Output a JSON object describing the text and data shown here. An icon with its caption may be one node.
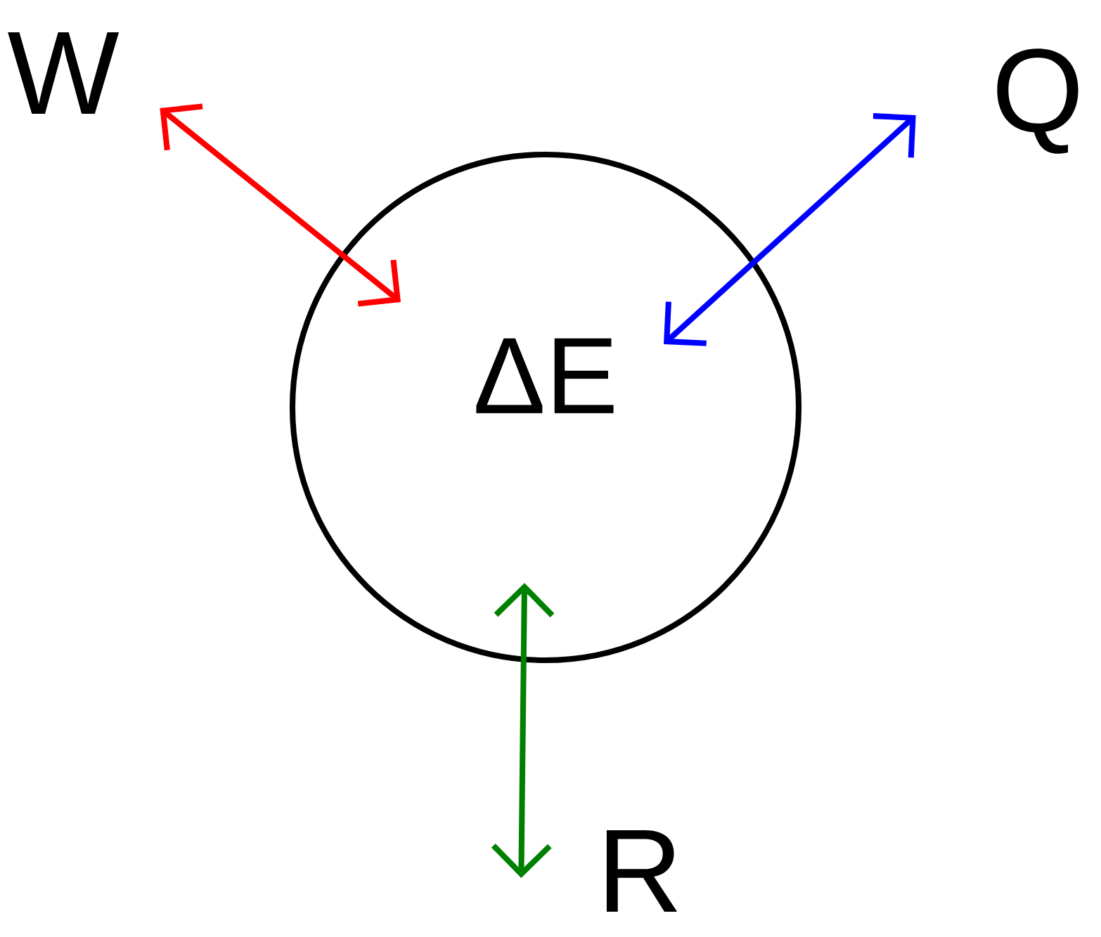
{
  "diagram": {
    "nodes": [
      {
        "text": [
          "ΔE"
        ]
      },
      {
        "text": [
          "W"
        ]
      },
      {
        "text": [
          "Q"
        ]
      },
      {
        "text": [
          "R"
        ]
      }
    ],
    "edges": [
      {
        "from": 1,
        "to": 0,
        "arrow": "both",
        "color": "#ff0000"
      },
      {
        "from": 2,
        "to": 0,
        "arrow": "both",
        "color": "#0000ff"
      },
      {
        "from": 0,
        "to": 3,
        "arrow": "both",
        "color": "#008000"
      }
    ]
  }
}
